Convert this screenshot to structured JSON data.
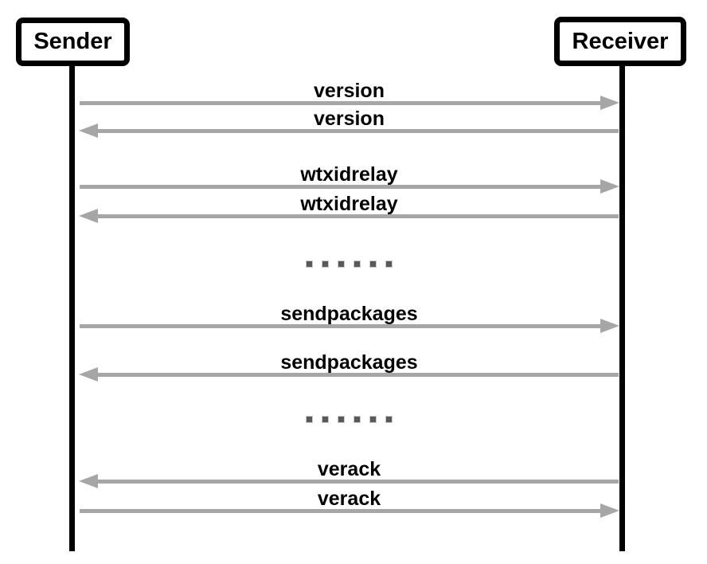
{
  "diagram": {
    "type": "sequence-diagram",
    "actors": [
      {
        "id": "sender",
        "label": "Sender"
      },
      {
        "id": "receiver",
        "label": "Receiver"
      }
    ],
    "messages": [
      {
        "label": "version",
        "from": "sender",
        "to": "receiver",
        "direction": "right"
      },
      {
        "label": "version",
        "from": "receiver",
        "to": "sender",
        "direction": "left"
      },
      {
        "label": "wtxidrelay",
        "from": "sender",
        "to": "receiver",
        "direction": "right"
      },
      {
        "label": "wtxidrelay",
        "from": "receiver",
        "to": "sender",
        "direction": "left"
      },
      {
        "label": ". . . . . .",
        "from": "",
        "to": "",
        "direction": "none"
      },
      {
        "label": "sendpackages",
        "from": "sender",
        "to": "receiver",
        "direction": "right"
      },
      {
        "label": "sendpackages",
        "from": "receiver",
        "to": "sender",
        "direction": "left"
      },
      {
        "label": ". . . . . .",
        "from": "",
        "to": "",
        "direction": "none"
      },
      {
        "label": "verack",
        "from": "receiver",
        "to": "sender",
        "direction": "left"
      },
      {
        "label": "verack",
        "from": "sender",
        "to": "receiver",
        "direction": "right"
      }
    ],
    "colors": {
      "arrow": "#a6a6a6",
      "lifeline": "#000000",
      "text": "#000000",
      "ellipsis_dots": "#595959",
      "background": "#ffffff"
    }
  }
}
